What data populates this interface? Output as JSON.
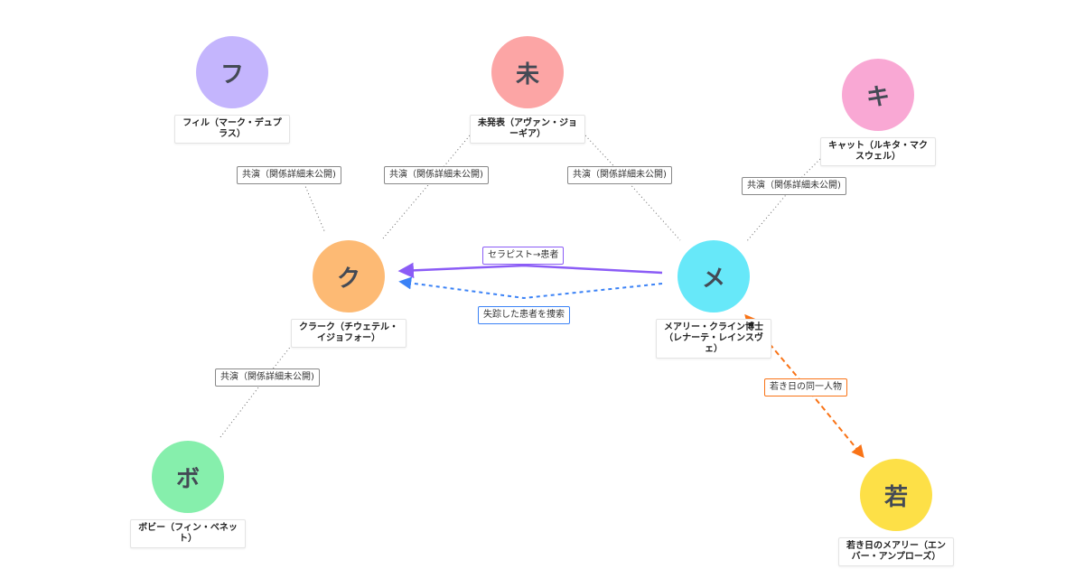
{
  "nodes": [
    {
      "id": "phil",
      "initial": "フ",
      "label": "フィル（マーク・デュプラス）",
      "color": "#c4b5fd"
    },
    {
      "id": "unk",
      "initial": "未",
      "label": "未発表（アヴァン・ジョーギア）",
      "color": "#fca5a5"
    },
    {
      "id": "kat",
      "initial": "キ",
      "label": "キャット（ルキタ・マクスウェル）",
      "color": "#f9a8d4"
    },
    {
      "id": "clark",
      "initial": "ク",
      "label": "クラーク（チウェテル・イジョフォー）",
      "color": "#fdba74"
    },
    {
      "id": "mary",
      "initial": "メ",
      "label": "メアリー・クライン博士（レナーテ・レインスヴェ）",
      "color": "#67e8f9"
    },
    {
      "id": "bobby",
      "initial": "ボ",
      "label": "ボビー（フィン・ベネット）",
      "color": "#86efac"
    },
    {
      "id": "young",
      "initial": "若",
      "label": "若き日のメアリー（エンバー・アンプローズ）",
      "color": "#fde047"
    }
  ],
  "edges": [
    {
      "from": "phil",
      "to": "clark",
      "label": "共演（関係詳細未公開)",
      "style": "dotted",
      "color": "#666666"
    },
    {
      "from": "unk",
      "to": "clark",
      "label": "共演（関係詳細未公開)",
      "style": "dotted",
      "color": "#666666"
    },
    {
      "from": "unk",
      "to": "mary",
      "label": "共演（関係詳細未公開)",
      "style": "dotted",
      "color": "#666666"
    },
    {
      "from": "kat",
      "to": "mary",
      "label": "共演（関係詳細未公開)",
      "style": "dotted",
      "color": "#666666"
    },
    {
      "from": "clark",
      "to": "bobby",
      "label": "共演（関係詳細未公開)",
      "style": "dotted",
      "color": "#666666"
    },
    {
      "from": "mary",
      "to": "clark",
      "label": "セラピスト→患者",
      "style": "solid",
      "color": "#8b5cf6"
    },
    {
      "from": "mary",
      "to": "clark",
      "label": "失踪した患者を捜索",
      "style": "dashed",
      "color": "#3b82f6"
    },
    {
      "from": "mary",
      "to": "young",
      "label": "若き日の同一人物",
      "style": "dashed",
      "color": "#f97316"
    }
  ]
}
